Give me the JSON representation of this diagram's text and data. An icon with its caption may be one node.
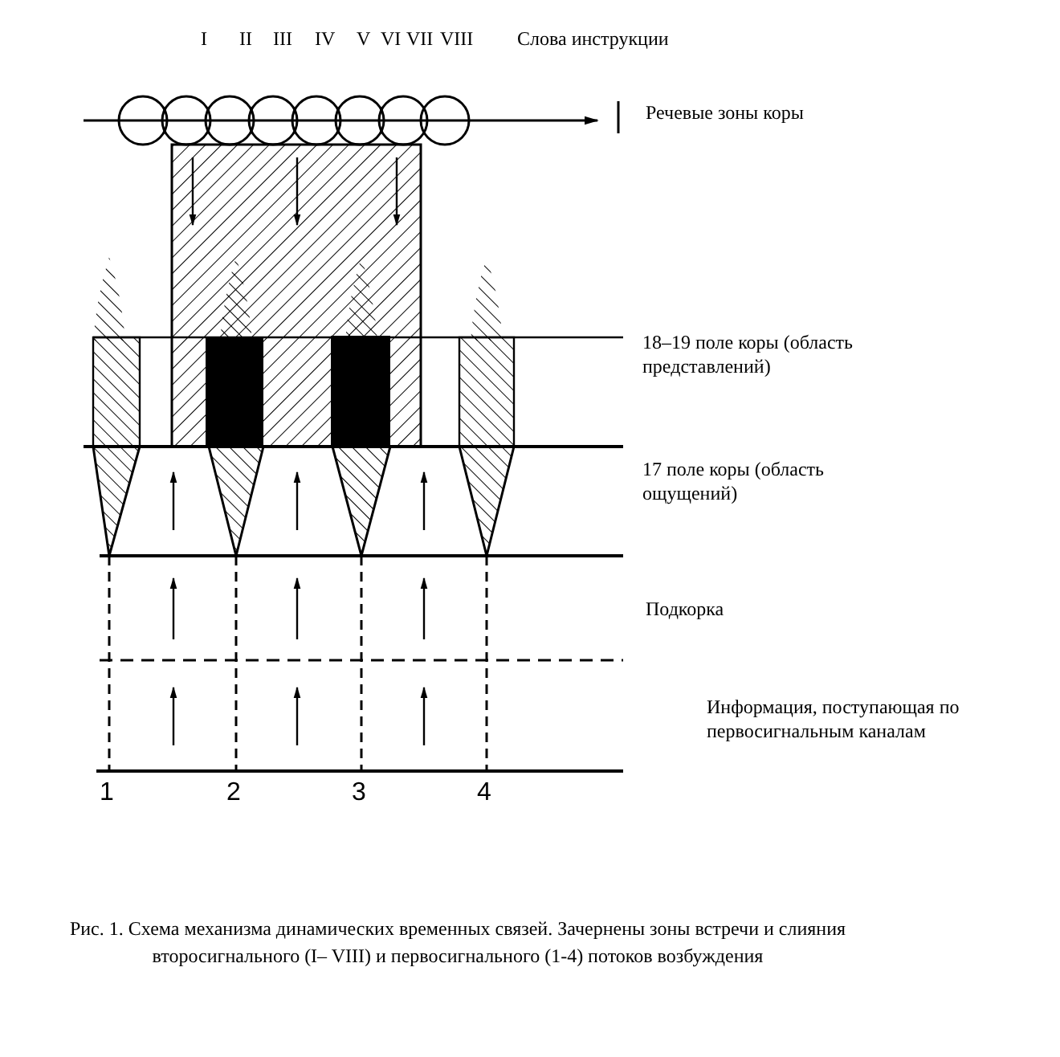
{
  "diagram": {
    "caption": "Рис. 1. Схема механизма динамических временных связей. Зачернены зоны встречи и слияния второсигнального (I– VIII) и первосигнального (1-4) потоков возбуждения",
    "labels": [
      "I",
      "II",
      "III",
      "IV",
      "V",
      "VI",
      "VII",
      "VIII",
      "Слова инструкции",
      "Речевые зоны коры",
      "18–19 поле коры (область представлений)",
      "17 поле коры (область ощущений)",
      "Подкорка",
      "Информация, поступающая по первосигнальным каналам",
      "1",
      "2",
      "3",
      "4"
    ]
  }
}
